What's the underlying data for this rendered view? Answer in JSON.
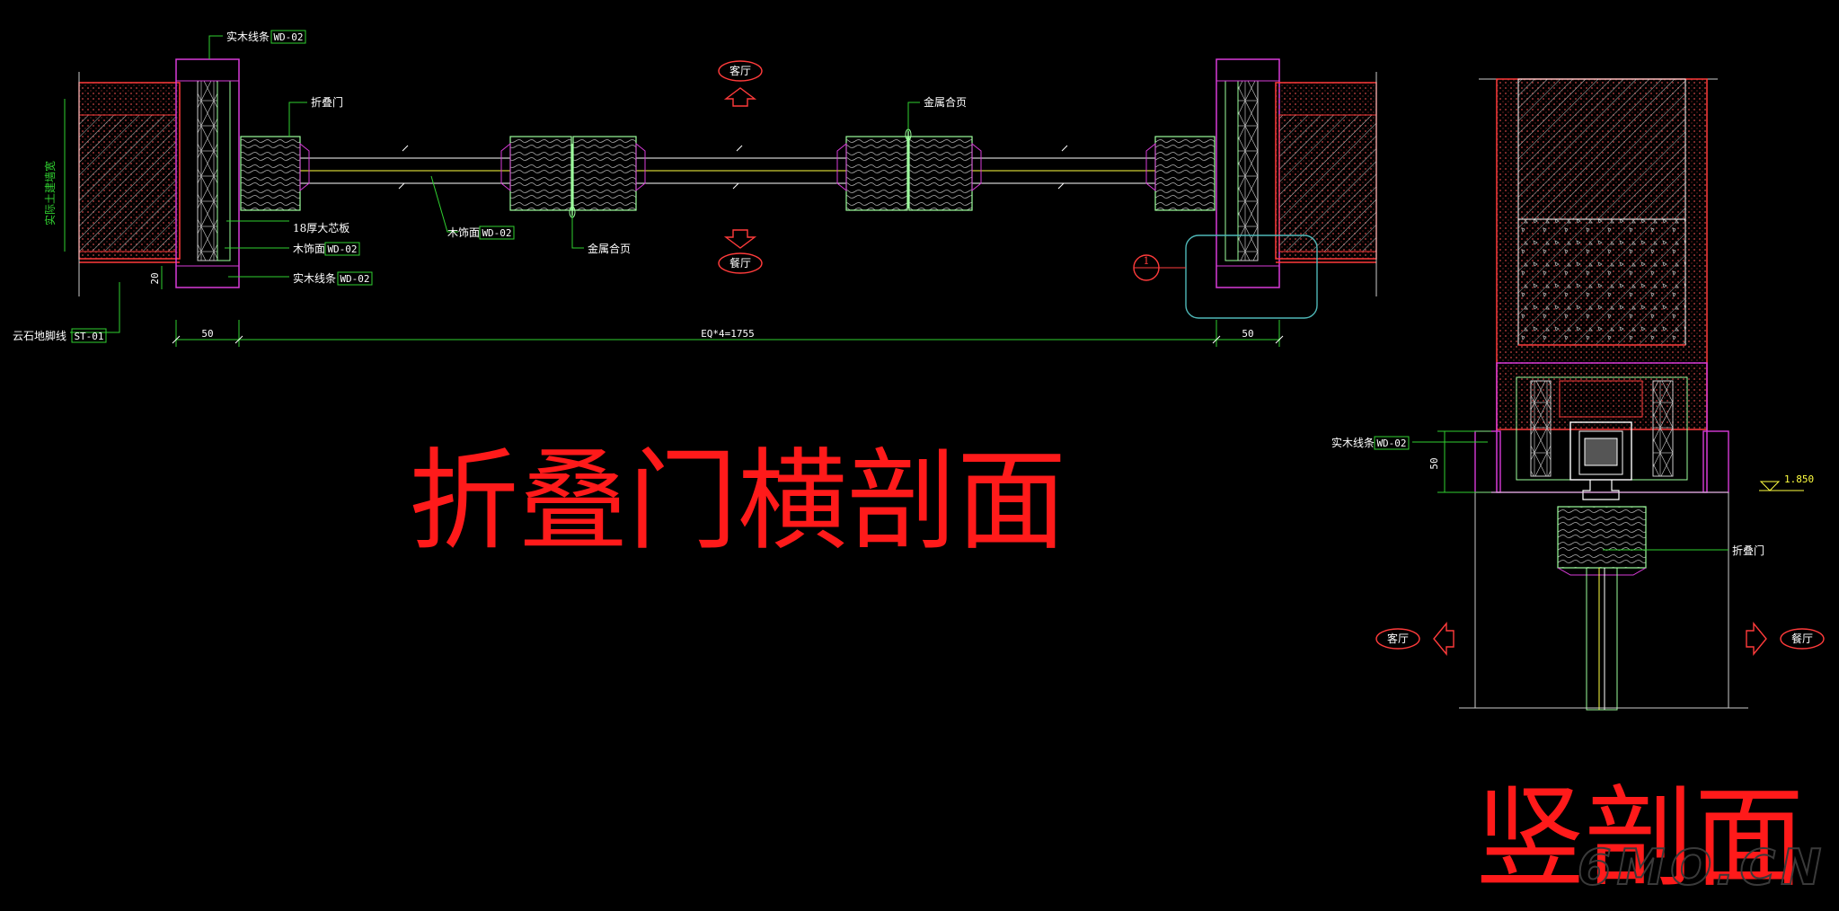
{
  "colors": {
    "background": "#000000",
    "wall_outline": "#ff3b3b",
    "wood_outline": "#9dff9d",
    "trim_outline": "#d83bd8",
    "dimension": "#30d030",
    "leader": "#30d030",
    "text": "#ffffff",
    "title": "#ff1a1a",
    "accent_yellow": "#ffff40",
    "detail_callout": "#4fb8b8"
  },
  "horizontal_section": {
    "title": "折叠门横剖面",
    "labels": {
      "solid_wood_strip_top": "实木线条",
      "solid_wood_strip_top_tag": "WD-02",
      "folding_door": "折叠门",
      "wall_vertical": "实际土建墙宽",
      "board_18": "18厚大芯板",
      "wood_veneer": "木饰面",
      "wood_veneer_tag": "WD-02",
      "solid_wood_strip_bottom": "实木线条",
      "solid_wood_strip_bottom_tag": "WD-02",
      "stone_skirting": "云石地脚线",
      "stone_skirting_tag": "ST-01",
      "wood_veneer_mid": "木饰面",
      "wood_veneer_mid_tag": "WD-02",
      "metal_hinge_bottom": "金属合页",
      "metal_hinge_top": "金属合页"
    },
    "rooms": {
      "top": "客厅",
      "bottom": "餐厅"
    },
    "detail_marker": "1",
    "dimensions": {
      "left": "50",
      "middle": "EQ*4=1755",
      "right": "50",
      "small_vertical": "20"
    }
  },
  "vertical_section": {
    "title": "竖剖面",
    "labels": {
      "solid_wood_strip": "实木线条",
      "solid_wood_strip_tag": "WD-02",
      "folding_door": "折叠门",
      "dim_vertical": "50",
      "level": "1.850"
    },
    "rooms": {
      "left": "客厅",
      "right": "餐厅"
    }
  },
  "watermark": "6MO.CN"
}
